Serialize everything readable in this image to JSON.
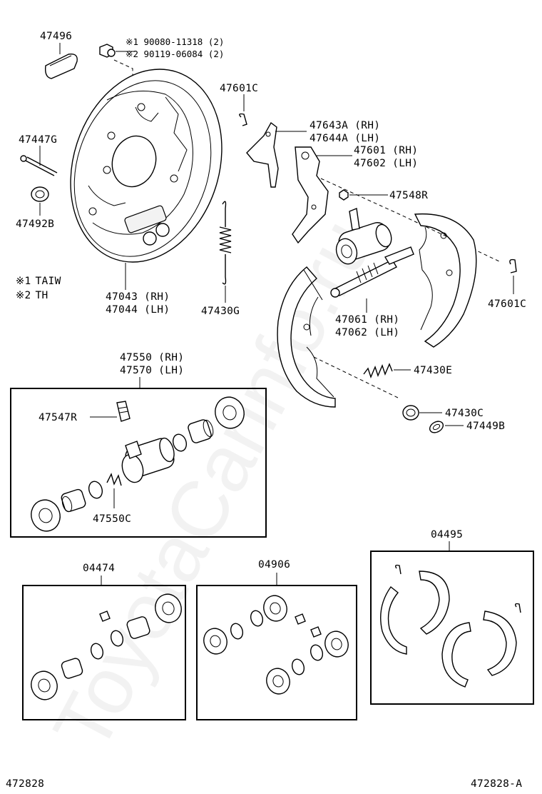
{
  "watermark": "ToyotaCarinfo.ru",
  "notes": {
    "n1_mark": "※1",
    "n1_text": "TAIW",
    "n2_mark": "※2",
    "n2_text": "TH"
  },
  "callouts": {
    "p47496": "47496",
    "bolt1": "※1 90080-11318 (2)",
    "bolt2": "※2 90119-06084 (2)",
    "p47447g": "47447G",
    "p47492b": "47492B",
    "p47043": "47043 (RH)",
    "p47044": "47044 (LH)",
    "p47430g": "47430G",
    "p47601c_top": "47601C",
    "p47643a": "47643A (RH)",
    "p47644a": "47644A (LH)",
    "p47601": "47601 (RH)",
    "p47602": "47602 (LH)",
    "p47548r": "47548R",
    "p47601c_right": "47601C",
    "p47061": "47061 (RH)",
    "p47062": "47062 (LH)",
    "p47430e": "47430E",
    "p47430c": "47430C",
    "p47449b": "47449B",
    "p47550": "47550 (RH)",
    "p47570": "47570 (LH)",
    "p47547r": "47547R",
    "p47550c": "47550C",
    "kit04474": "04474",
    "kit04906": "04906",
    "kit04495": "04495"
  },
  "footer": {
    "left": "472828",
    "right": "472828-A"
  }
}
